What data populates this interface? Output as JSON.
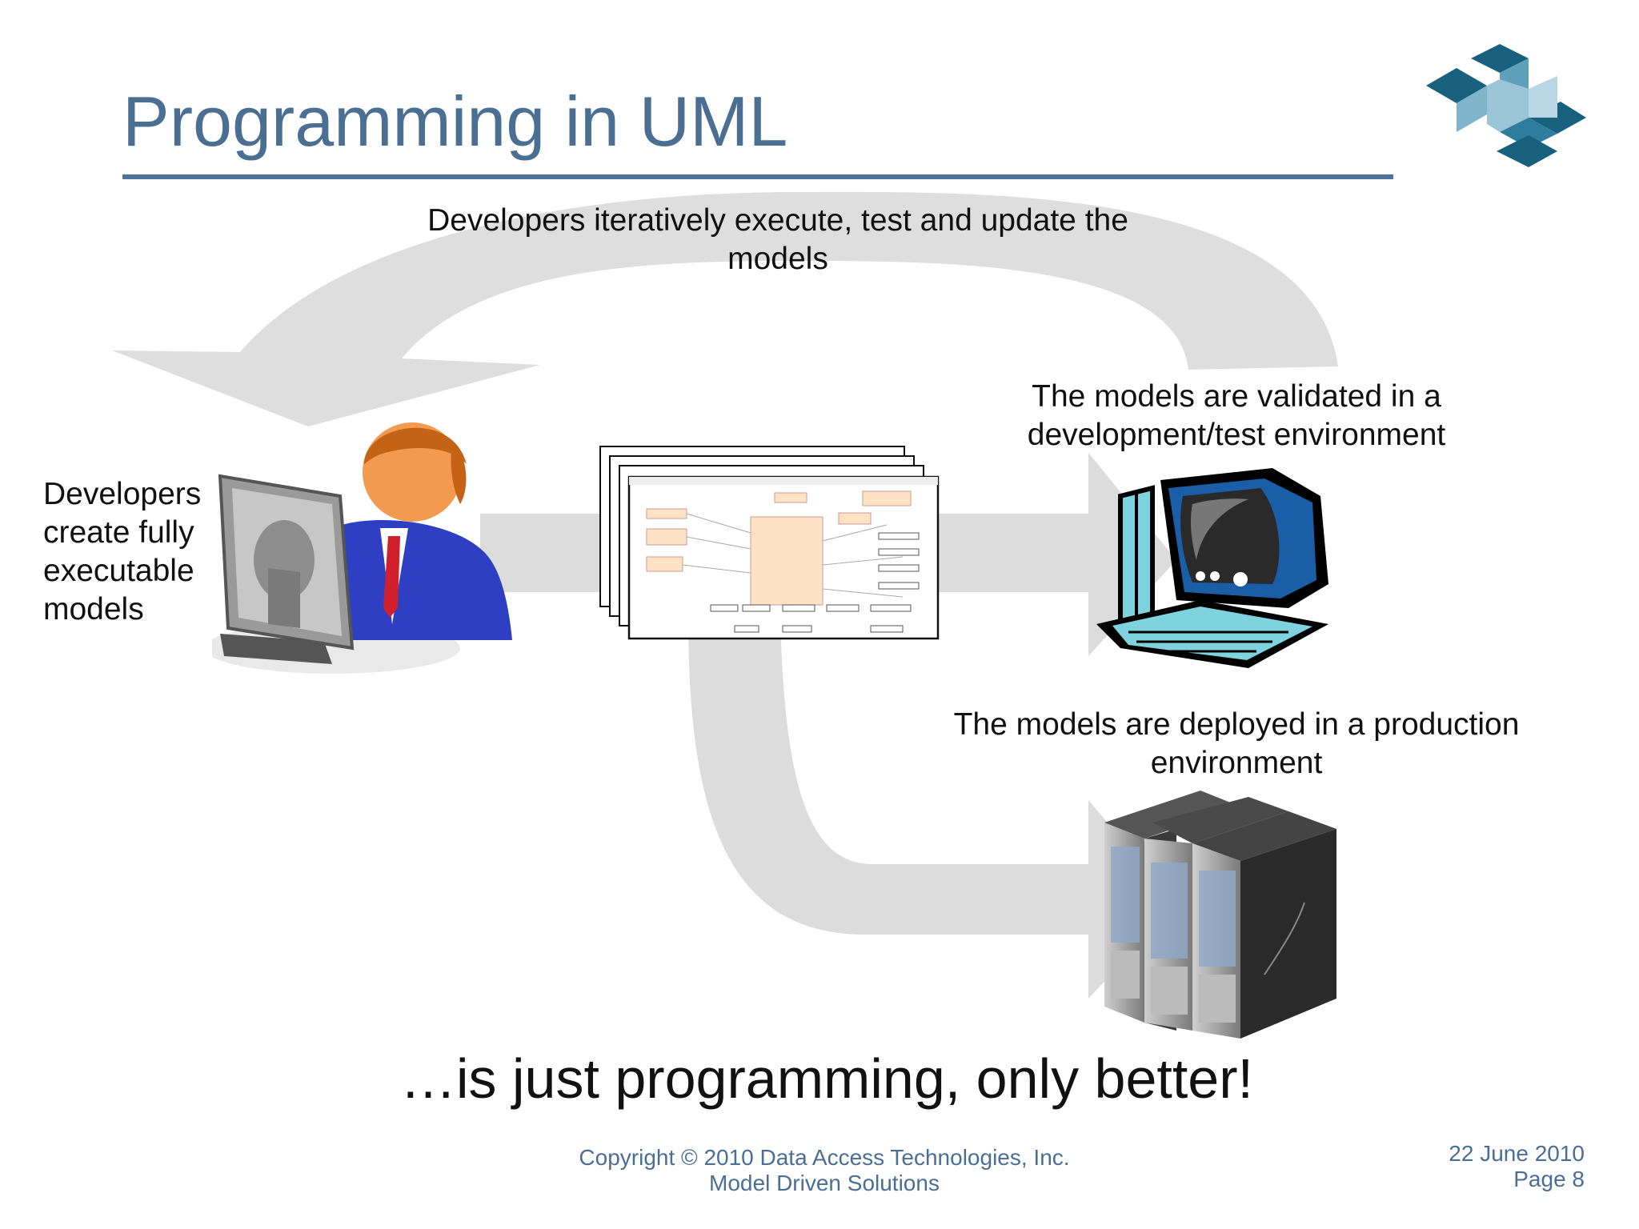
{
  "slide": {
    "title": "Programming in UML",
    "captions": {
      "iterate": "Developers iteratively execute, test and update the models",
      "validate": "The models are validated in a development/test environment",
      "deploy": "The models are deployed in a production environment",
      "create": "Developers create fully executable models"
    },
    "tagline": "…is just programming, only better!",
    "footer": {
      "copyright": "Copyright © 2010 Data Access Technologies, Inc.",
      "company": "Model Driven Solutions",
      "date": "22 June 2010",
      "page": "Page 8"
    },
    "colors": {
      "title": "#4a6f93",
      "rule": "#4d7398",
      "arrow": "#dcdcdc",
      "logo_dark": "#17607e",
      "logo_light": "#9cc4d7"
    },
    "icons": [
      "logo-icon",
      "developer-at-computer-icon",
      "uml-diagram-stack-icon",
      "desktop-computer-icon",
      "server-rack-icon"
    ]
  }
}
